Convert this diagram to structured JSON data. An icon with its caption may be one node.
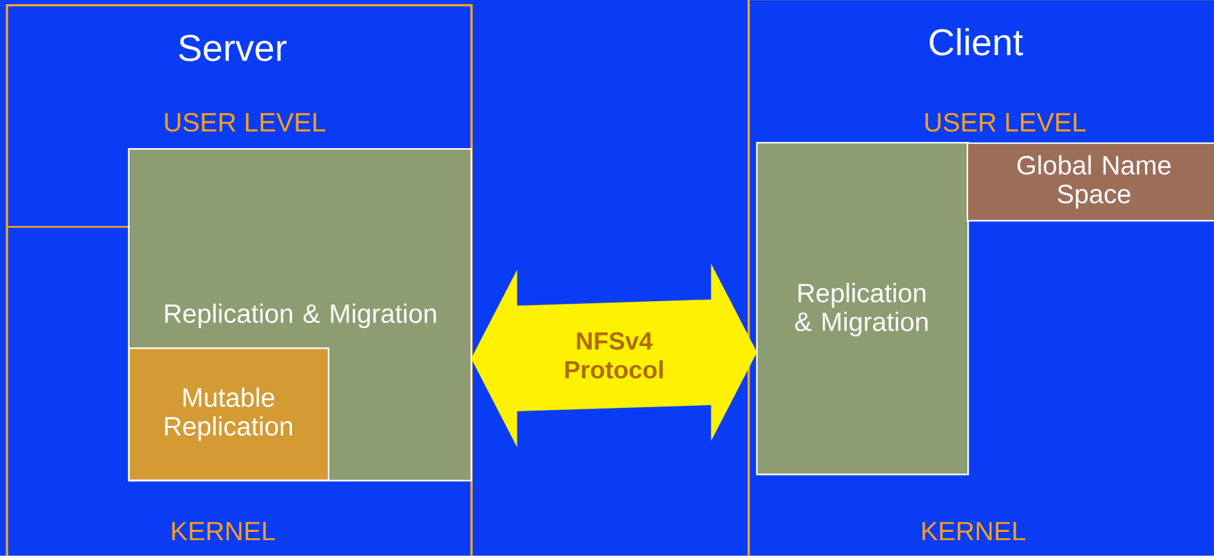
{
  "diagram": {
    "nodes": [
      {
        "text": [
          "Server"
        ]
      },
      {
        "text": [
          "Replication & Migration"
        ],
        "in": 0
      },
      {
        "text": [
          "Mutable Replication"
        ],
        "in": 1
      },
      {
        "text": [
          "Client"
        ]
      },
      {
        "text": [
          "Replication & Migration"
        ],
        "in": 3
      },
      {
        "text": [
          "Global Name Space"
        ],
        "in": 3
      }
    ],
    "edges": [
      {
        "from": 1,
        "to": 4,
        "arrow": "both",
        "label": "NFSv4 Protocol"
      }
    ],
    "labels": [
      "USER LEVEL",
      "USER LEVEL",
      "KERNEL",
      "KERNEL"
    ]
  }
}
